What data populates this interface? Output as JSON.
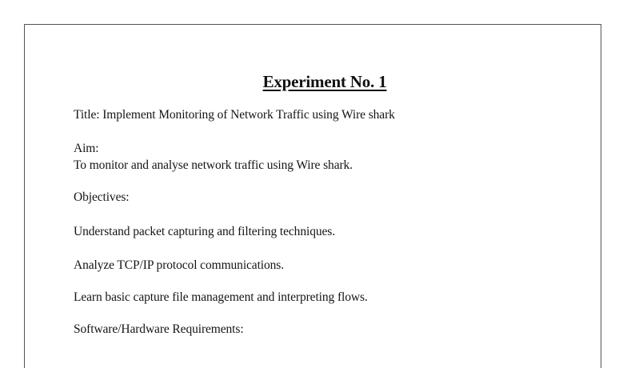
{
  "document": {
    "heading": "Experiment No. 1",
    "title_line": "Title: Implement Monitoring of Network Traffic using Wire shark",
    "aim_label": "Aim:",
    "aim_text": "To monitor and analyse network traffic using Wire shark.",
    "objectives_label": "Objectives:",
    "objectives": [
      "Understand packet capturing and filtering techniques.",
      "Analyze TCP/IP protocol communications.",
      "Learn basic capture file management and interpreting flows."
    ],
    "requirements_label": "Software/Hardware Requirements:"
  },
  "colors": {
    "border": "#555555",
    "text": "#151515",
    "background": "#ffffff"
  }
}
